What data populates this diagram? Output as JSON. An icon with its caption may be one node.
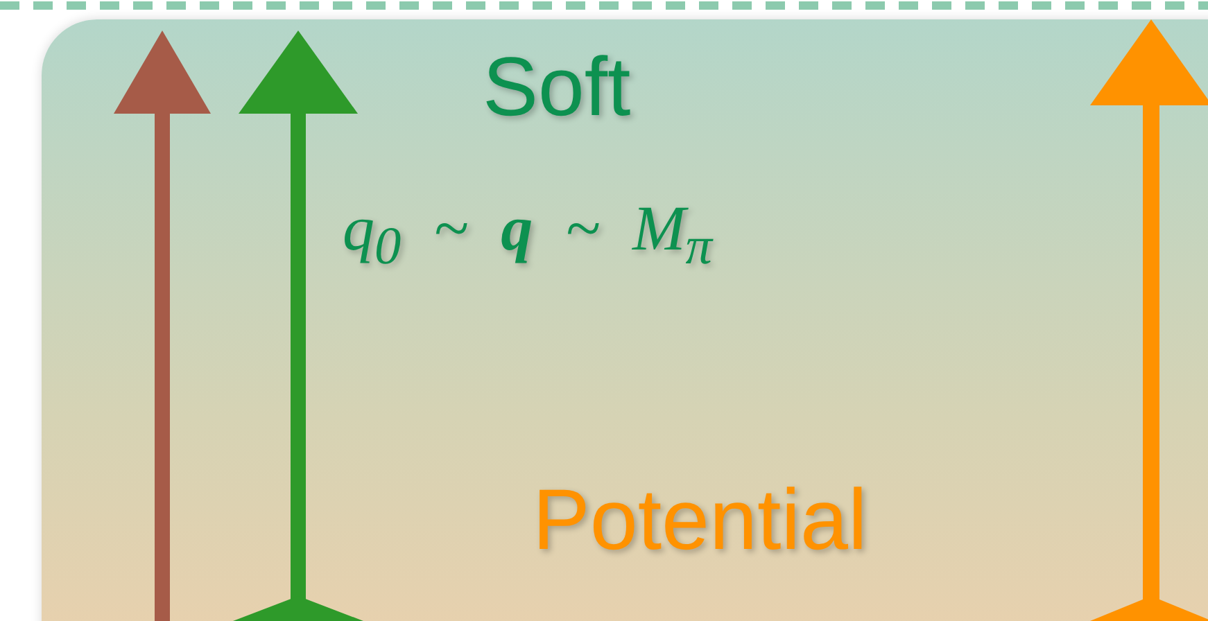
{
  "diagram": {
    "labels": [
      "Soft",
      "q$_{0}$ ~ **q** ~ M$_{π}$",
      "Potential"
    ]
  }
}
